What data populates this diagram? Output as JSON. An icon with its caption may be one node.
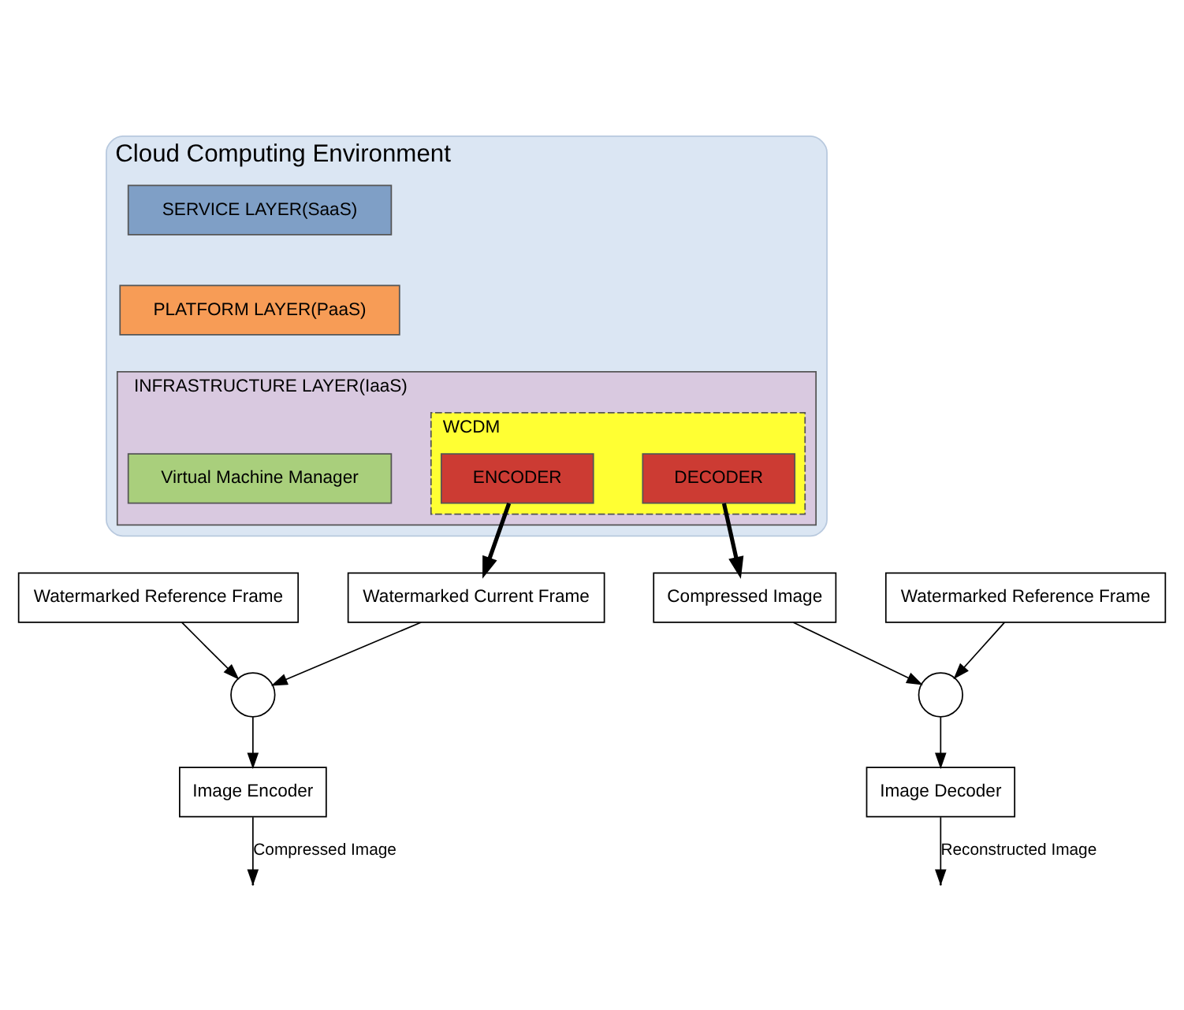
{
  "diagram": {
    "nodes": [
      {
        "text": [
          "Cloud Computing Environment"
        ]
      },
      {
        "text": [
          "SERVICE LAYER(SaaS)"
        ],
        "in": 0
      },
      {
        "text": [
          "PLATFORM LAYER(PaaS)"
        ],
        "in": 0
      },
      {
        "text": [
          "INFRASTRUCTURE LAYER(IaaS)"
        ],
        "in": 0
      },
      {
        "text": [
          "WCDM"
        ],
        "in": 3
      },
      {
        "text": [
          "ENCODER"
        ],
        "in": 4
      },
      {
        "text": [
          "DECODER"
        ],
        "in": 4
      },
      {
        "text": [
          "Virtual Machine Manager"
        ],
        "in": 3
      },
      {
        "text": [
          "Watermarked Current Frame"
        ]
      },
      {
        "text": [],
        "shape": "circle"
      },
      {
        "text": [
          "Watermarked Reference Frame"
        ]
      },
      {
        "text": [
          "Image Encoder"
        ]
      },
      {
        "text": [
          "Compressed Image"
        ]
      },
      {
        "text": [],
        "shape": "circle"
      },
      {
        "text": [
          "Watermarked Reference Frame"
        ]
      },
      {
        "text": [
          "Image Decoder"
        ]
      }
    ],
    "edges": [
      {
        "from": 5,
        "to": 8,
        "arrow": "to",
        "style": "thick"
      },
      {
        "from": 6,
        "to": 12,
        "arrow": "to",
        "style": "thick"
      },
      {
        "from": 8,
        "to": 9,
        "arrow": "to"
      },
      {
        "from": 10,
        "to": 9,
        "arrow": "to"
      },
      {
        "from": 9,
        "to": 11,
        "arrow": "to"
      },
      {
        "from": 11,
        "to": null,
        "arrow": "to",
        "label": "Compressed Image"
      },
      {
        "from": 12,
        "to": 13,
        "arrow": "to"
      },
      {
        "from": 14,
        "to": 13,
        "arrow": "to"
      },
      {
        "from": 13,
        "to": 15,
        "arrow": "to"
      },
      {
        "from": 15,
        "to": null,
        "arrow": "to",
        "label": "Reconstructed Image"
      }
    ]
  }
}
